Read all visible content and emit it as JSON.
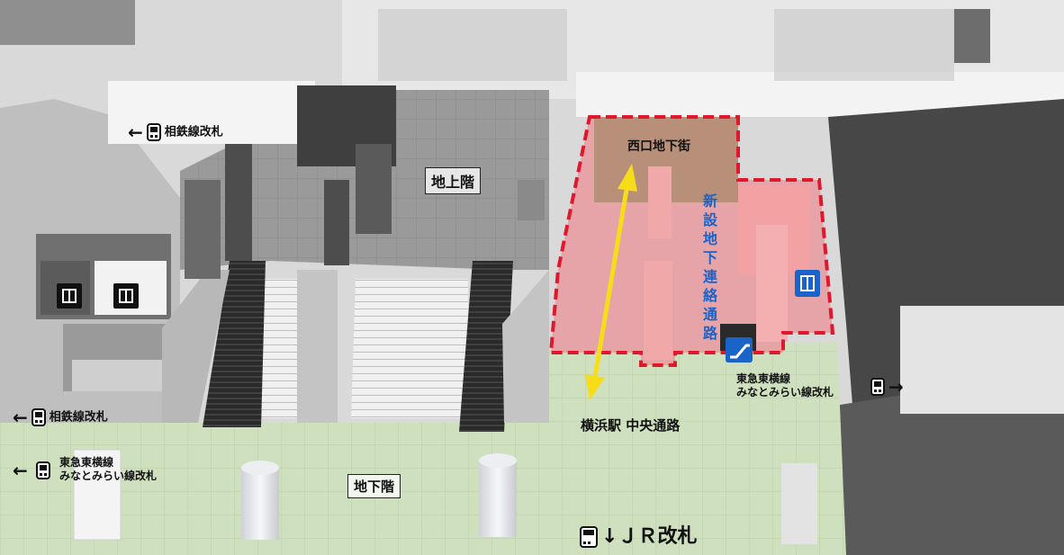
{
  "labels": {
    "sotetsu_upper": "相鉄線改札",
    "sotetsu_lower": "相鉄線改札",
    "tokyu_left_line1": "東急東横線",
    "tokyu_left_line2": "みなとみらい線改札",
    "tokyu_right_line1": "東急東横線",
    "tokyu_right_line2": "みなとみらい線改札",
    "ground_floor": "地上階",
    "basement_floor": "地下階",
    "west_exit_underground_mall": "西口地下街",
    "new_passage": "新設地下連絡通路",
    "central_passage": "横浜駅 中央通路",
    "jr_gate": "ＪＲ改札"
  },
  "colors": {
    "highlight_border": "#e0182d",
    "highlight_fill": "#e89aa0",
    "route_arrow": "#f7dd19",
    "floor_green": "#cfe0be",
    "sign_blue": "#1a63c9"
  },
  "icons": [
    "train-icon",
    "elevator-icon",
    "escalator-icon",
    "arrow-left-icon",
    "arrow-right-icon",
    "arrow-down-icon",
    "double-arrow-route"
  ]
}
